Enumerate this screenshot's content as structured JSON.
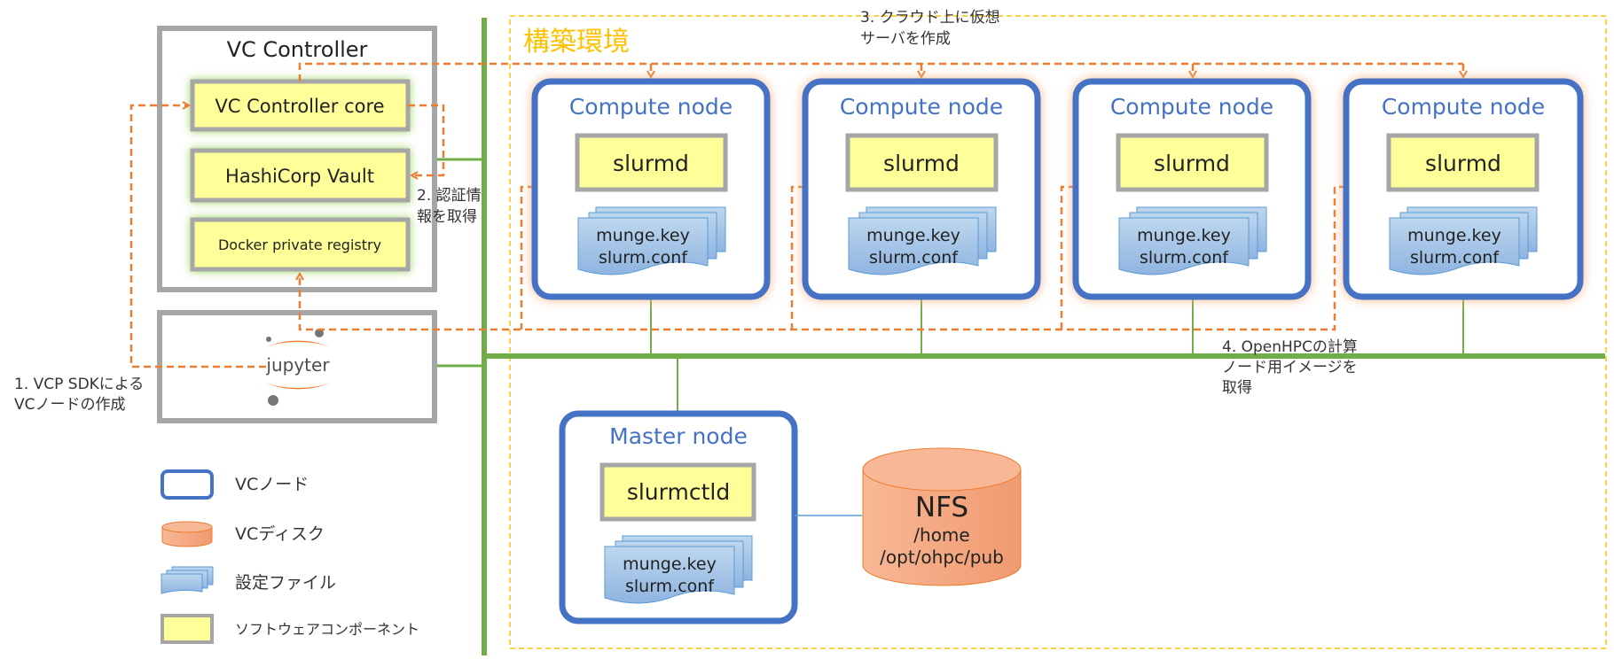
{
  "vc_controller": {
    "title": "VC Controller",
    "core": "VC Controller core",
    "vault": "HashiCorp Vault",
    "registry": "Docker private registry"
  },
  "jupyter": {
    "label": "jupyter"
  },
  "environment": {
    "title": "構築環境"
  },
  "compute_nodes": [
    {
      "title": "Compute node",
      "daemon": "slurmd",
      "files": [
        "munge.key",
        "slurm.conf"
      ]
    },
    {
      "title": "Compute node",
      "daemon": "slurmd",
      "files": [
        "munge.key",
        "slurm.conf"
      ]
    },
    {
      "title": "Compute node",
      "daemon": "slurmd",
      "files": [
        "munge.key",
        "slurm.conf"
      ]
    },
    {
      "title": "Compute node",
      "daemon": "slurmd",
      "files": [
        "munge.key",
        "slurm.conf"
      ]
    }
  ],
  "master_node": {
    "title": "Master node",
    "daemon": "slurmctld",
    "files": [
      "munge.key",
      "slurm.conf"
    ]
  },
  "nfs": {
    "title": "NFS",
    "paths": [
      "/home",
      "/opt/ohpc/pub"
    ]
  },
  "steps": {
    "step1": [
      "1. VCP SDKによる",
      "VCノードの作成"
    ],
    "step2": [
      "2. 認証情",
      "報を取得"
    ],
    "step3": [
      "3. クラウド上に仮想",
      "サーバを作成"
    ],
    "step4": [
      "4. OpenHPCの計算",
      "ノード用イメージを",
      "取得"
    ]
  },
  "legend": {
    "vc_node": "VCノード",
    "vc_disk": "VCディスク",
    "config_file": "設定ファイル",
    "software_component": "ソフトウェアコンポーネント"
  },
  "colors": {
    "blue_border": "#4472C4",
    "gray_border": "#A6A6A6",
    "yellow_fill": "#FFFF99",
    "green_line": "#70AD47",
    "orange_arrow": "#ED7D31",
    "env_border": "#FFC000",
    "disk_fill": "#F4A582",
    "file_fill": "#9DC3E6"
  }
}
